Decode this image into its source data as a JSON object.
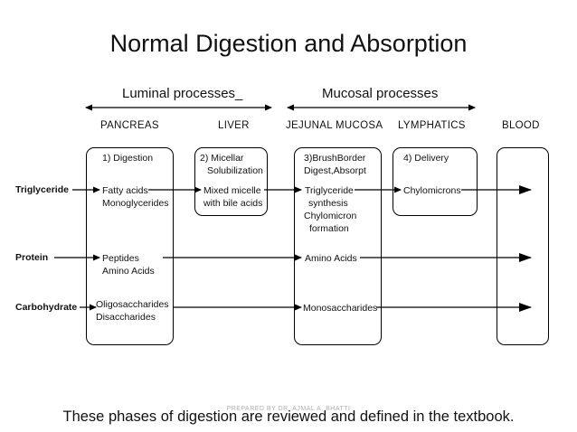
{
  "title": "Normal Digestion and Absorption",
  "phases": {
    "luminal": "Luminal processes_",
    "mucosal": "Mucosal processes"
  },
  "columns": {
    "pancreas": "PANCREAS",
    "liver": "LIVER",
    "jejunal": "JEJUNAL MUCOSA",
    "lymphatics": "LYMPHATICS",
    "blood": "BLOOD"
  },
  "boxes": {
    "digestion": {
      "title": "1) Digestion"
    },
    "micellar": {
      "line1": "2) Micellar",
      "line2": "Solubilization"
    },
    "brushborder": {
      "line1": "3)BrushBorder",
      "line2": "Digest,Absorpt"
    },
    "delivery": {
      "title": "4) Delivery"
    }
  },
  "rows": {
    "triglyceride": {
      "label": "Triglyceride",
      "pancreas_line1": "Fatty acids",
      "pancreas_line2": "Monoglycerides",
      "liver_line1": "Mixed micelle",
      "liver_line2": "with bile acids",
      "mucosa_line1": "Triglyceride",
      "mucosa_line2": "synthesis",
      "mucosa_line3": "Chylomicron",
      "mucosa_line4": "formation",
      "lymph": "Chylomicrons"
    },
    "protein": {
      "label": "Protein",
      "pancreas_line1": "Peptides",
      "pancreas_line2": "Amino Acids",
      "mucosa": "Amino Acids"
    },
    "carbohydrate": {
      "label": "Carbohydrate",
      "pancreas_line1": "Oligosaccharides",
      "pancreas_line2": "Disaccharides",
      "mucosa": "Monosaccharides"
    }
  },
  "footer": "These phases of digestion are reviewed and defined in the textbook.",
  "watermark": "PREPARED BY DR. AJMAL A. BHATTI"
}
